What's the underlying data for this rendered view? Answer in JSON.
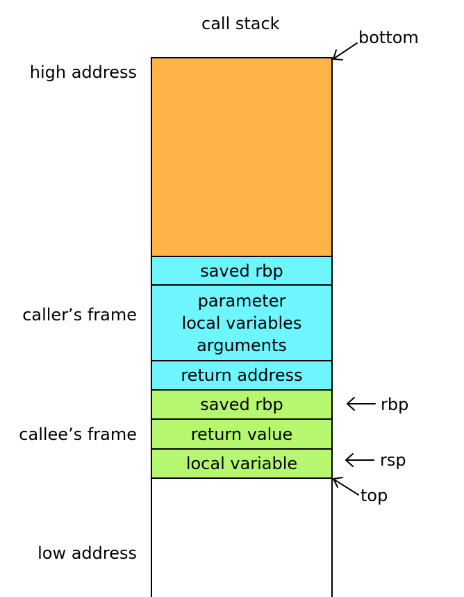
{
  "title": "call stack",
  "labels": {
    "high_address": "high address",
    "callers_frame": "caller’s frame",
    "callees_frame": "callee’s frame",
    "low_address": "low address"
  },
  "pointers": {
    "bottom": "bottom",
    "top": "top",
    "rbp": "rbp",
    "rsp": "rsp"
  },
  "blocks": {
    "older": "",
    "caller_saved_rbp": "saved rbp",
    "caller_body": [
      "parameter",
      "local variables",
      "arguments"
    ],
    "return_address": "return address",
    "callee_saved_rbp": "saved rbp",
    "return_value": "return value",
    "local_variable": "local variable"
  },
  "colors": {
    "older_frames": "#fdb347",
    "caller_frame": "#6ef5fd",
    "callee_frame": "#b5f86f",
    "line": "#000000"
  }
}
